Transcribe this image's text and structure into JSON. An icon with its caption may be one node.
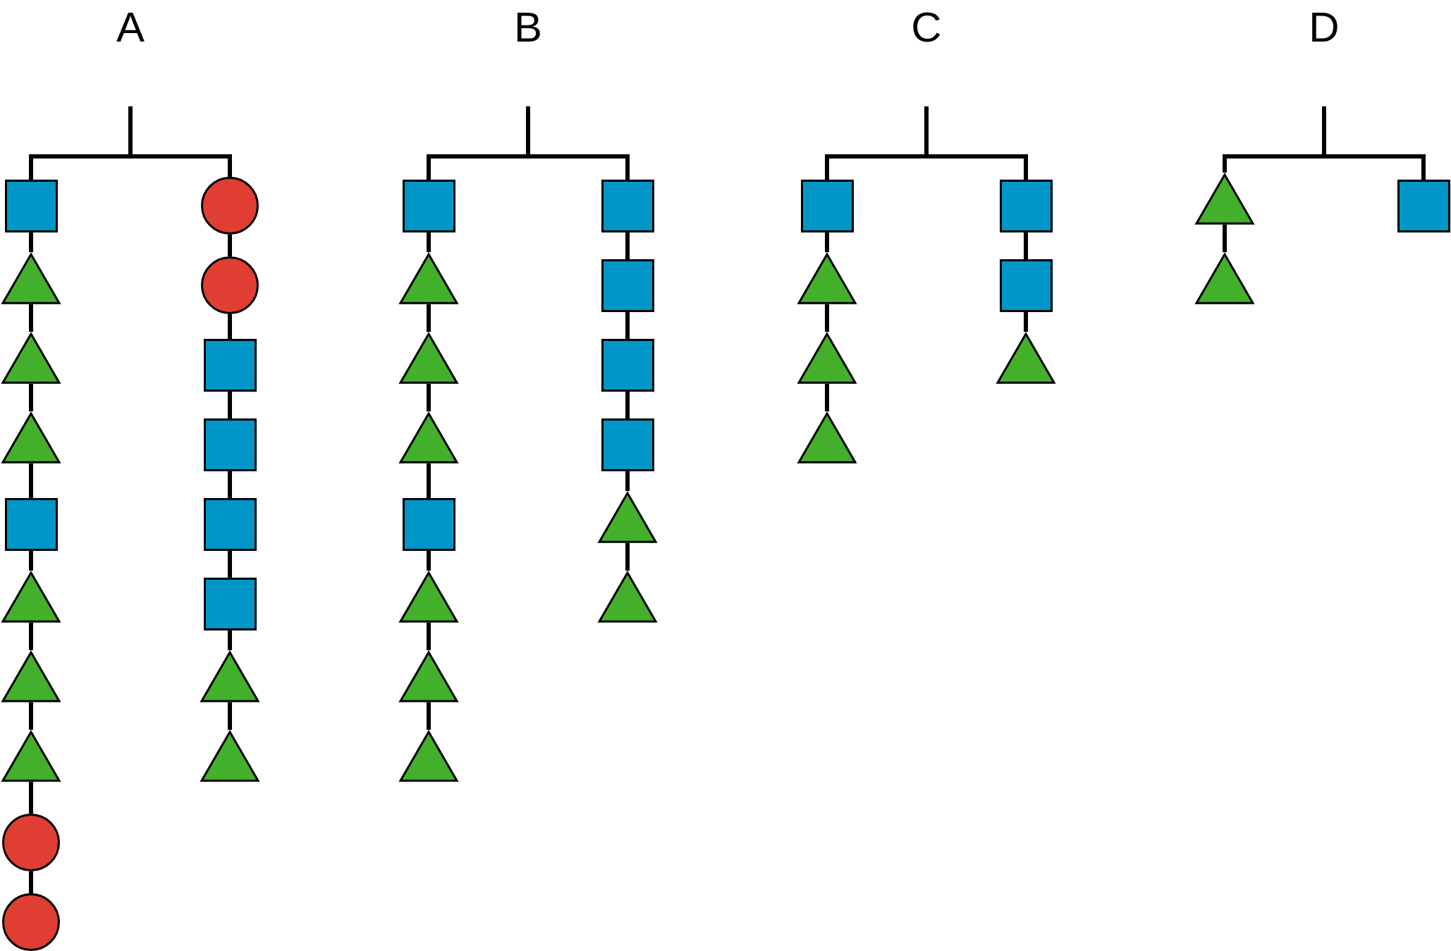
{
  "diagram": {
    "nodes": [
      {
        "text": [],
        "shape": "bar"
      },
      {
        "text": [],
        "shape": "box"
      },
      {
        "text": [],
        "shape": "triangle"
      },
      {
        "text": [],
        "shape": "triangle"
      },
      {
        "text": [],
        "shape": "triangle"
      },
      {
        "text": [],
        "shape": "box"
      },
      {
        "text": [],
        "shape": "triangle"
      },
      {
        "text": [],
        "shape": "triangle"
      },
      {
        "text": [],
        "shape": "triangle"
      },
      {
        "text": [],
        "shape": "circle"
      },
      {
        "text": [],
        "shape": "circle"
      },
      {
        "text": [],
        "shape": "circle"
      },
      {
        "text": [],
        "shape": "circle"
      },
      {
        "text": [],
        "shape": "box"
      },
      {
        "text": [],
        "shape": "box"
      },
      {
        "text": [],
        "shape": "box"
      },
      {
        "text": [],
        "shape": "box"
      },
      {
        "text": [],
        "shape": "triangle"
      },
      {
        "text": [],
        "shape": "triangle"
      },
      {
        "text": [],
        "shape": "bar"
      },
      {
        "text": [],
        "shape": "box"
      },
      {
        "text": [],
        "shape": "triangle"
      },
      {
        "text": [],
        "shape": "triangle"
      },
      {
        "text": [],
        "shape": "triangle"
      },
      {
        "text": [],
        "shape": "box"
      },
      {
        "text": [],
        "shape": "triangle"
      },
      {
        "text": [],
        "shape": "triangle"
      },
      {
        "text": [],
        "shape": "triangle"
      },
      {
        "text": [],
        "shape": "box"
      },
      {
        "text": [],
        "shape": "box"
      },
      {
        "text": [],
        "shape": "box"
      },
      {
        "text": [],
        "shape": "box"
      },
      {
        "text": [],
        "shape": "triangle"
      },
      {
        "text": [],
        "shape": "triangle"
      },
      {
        "text": [],
        "shape": "bar"
      },
      {
        "text": [],
        "shape": "box"
      },
      {
        "text": [],
        "shape": "triangle"
      },
      {
        "text": [],
        "shape": "triangle"
      },
      {
        "text": [],
        "shape": "triangle"
      },
      {
        "text": [],
        "shape": "box"
      },
      {
        "text": [],
        "shape": "box"
      },
      {
        "text": [],
        "shape": "triangle"
      },
      {
        "text": [],
        "shape": "bar"
      },
      {
        "text": [],
        "shape": "triangle"
      },
      {
        "text": [],
        "shape": "triangle"
      },
      {
        "text": [],
        "shape": "box"
      }
    ],
    "edges": [
      {
        "from": 0,
        "to": 1,
        "arrow": "none"
      },
      {
        "from": 1,
        "to": 2,
        "arrow": "none"
      },
      {
        "from": 2,
        "to": 3,
        "arrow": "none"
      },
      {
        "from": 3,
        "to": 4,
        "arrow": "none"
      },
      {
        "from": 4,
        "to": 5,
        "arrow": "none"
      },
      {
        "from": 5,
        "to": 6,
        "arrow": "none"
      },
      {
        "from": 6,
        "to": 7,
        "arrow": "none"
      },
      {
        "from": 7,
        "to": 8,
        "arrow": "none"
      },
      {
        "from": 8,
        "to": 9,
        "arrow": "none"
      },
      {
        "from": 9,
        "to": 10,
        "arrow": "none"
      },
      {
        "from": 0,
        "to": 11,
        "arrow": "none"
      },
      {
        "from": 11,
        "to": 12,
        "arrow": "none"
      },
      {
        "from": 12,
        "to": 13,
        "arrow": "none"
      },
      {
        "from": 13,
        "to": 14,
        "arrow": "none"
      },
      {
        "from": 14,
        "to": 15,
        "arrow": "none"
      },
      {
        "from": 15,
        "to": 16,
        "arrow": "none"
      },
      {
        "from": 16,
        "to": 17,
        "arrow": "none"
      },
      {
        "from": 17,
        "to": 18,
        "arrow": "none"
      },
      {
        "from": 19,
        "to": 20,
        "arrow": "none"
      },
      {
        "from": 20,
        "to": 21,
        "arrow": "none"
      },
      {
        "from": 21,
        "to": 22,
        "arrow": "none"
      },
      {
        "from": 22,
        "to": 23,
        "arrow": "none"
      },
      {
        "from": 23,
        "to": 24,
        "arrow": "none"
      },
      {
        "from": 24,
        "to": 25,
        "arrow": "none"
      },
      {
        "from": 25,
        "to": 26,
        "arrow": "none"
      },
      {
        "from": 26,
        "to": 27,
        "arrow": "none"
      },
      {
        "from": 19,
        "to": 28,
        "arrow": "none"
      },
      {
        "from": 28,
        "to": 29,
        "arrow": "none"
      },
      {
        "from": 29,
        "to": 30,
        "arrow": "none"
      },
      {
        "from": 30,
        "to": 31,
        "arrow": "none"
      },
      {
        "from": 31,
        "to": 32,
        "arrow": "none"
      },
      {
        "from": 32,
        "to": 33,
        "arrow": "none"
      },
      {
        "from": 34,
        "to": 35,
        "arrow": "none"
      },
      {
        "from": 35,
        "to": 36,
        "arrow": "none"
      },
      {
        "from": 36,
        "to": 37,
        "arrow": "none"
      },
      {
        "from": 37,
        "to": 38,
        "arrow": "none"
      },
      {
        "from": 34,
        "to": 39,
        "arrow": "none"
      },
      {
        "from": 39,
        "to": 40,
        "arrow": "none"
      },
      {
        "from": 40,
        "to": 41,
        "arrow": "none"
      },
      {
        "from": 42,
        "to": 43,
        "arrow": "none"
      },
      {
        "from": 43,
        "to": 44,
        "arrow": "none"
      },
      {
        "from": 42,
        "to": 45,
        "arrow": "none"
      }
    ],
    "labels": [
      "A",
      "B",
      "C",
      "D"
    ]
  }
}
